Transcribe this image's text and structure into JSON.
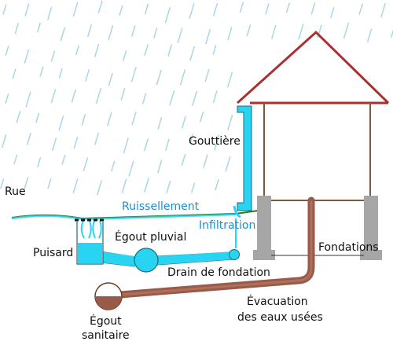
{
  "labels": {
    "rue": "Rue",
    "gouttiere": "Gouttière",
    "ruissellement": "Ruissellement",
    "infiltration": "Infiltration",
    "puisard": "Puisard",
    "egout_pluvial": "Égout pluvial",
    "fondations": "Fondations",
    "drain_de_fondation": "Drain de fondation",
    "evacuation_line1": "Évacuation",
    "evacuation_line2": "des eaux usées",
    "egout_sanitaire_line1": "Égout",
    "egout_sanitaire_line2": "sanitaire"
  },
  "colors": {
    "rain": "#a9d6e5",
    "water": "#29d3f2",
    "water_outline": "#1a6b7a",
    "label_water": "#1a8fd1",
    "roof": "#a83232",
    "house_wall": "#7a5a43",
    "foundation": "#a6a6a6",
    "sewage_pipe": "#9a5a48",
    "ground_line": "#2a7a2a"
  }
}
